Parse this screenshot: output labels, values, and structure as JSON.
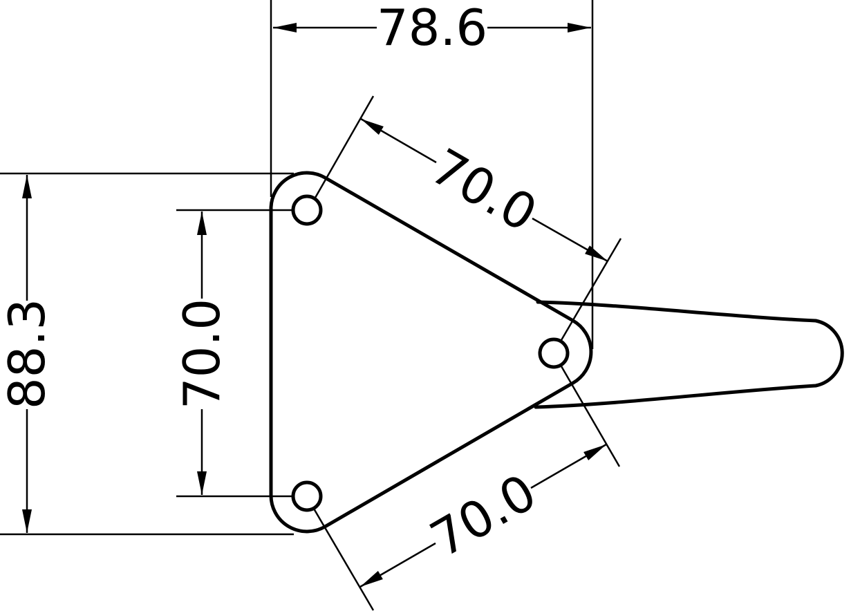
{
  "drawing": {
    "dimensions": {
      "overall_width": "78.6",
      "overall_height": "88.3",
      "hole_spacing_vertical": "70.0",
      "hole_spacing_upper_edge": "70.0",
      "hole_spacing_lower_edge": "70.0"
    },
    "colors": {
      "line": "#000000",
      "background": "#ffffff"
    }
  }
}
